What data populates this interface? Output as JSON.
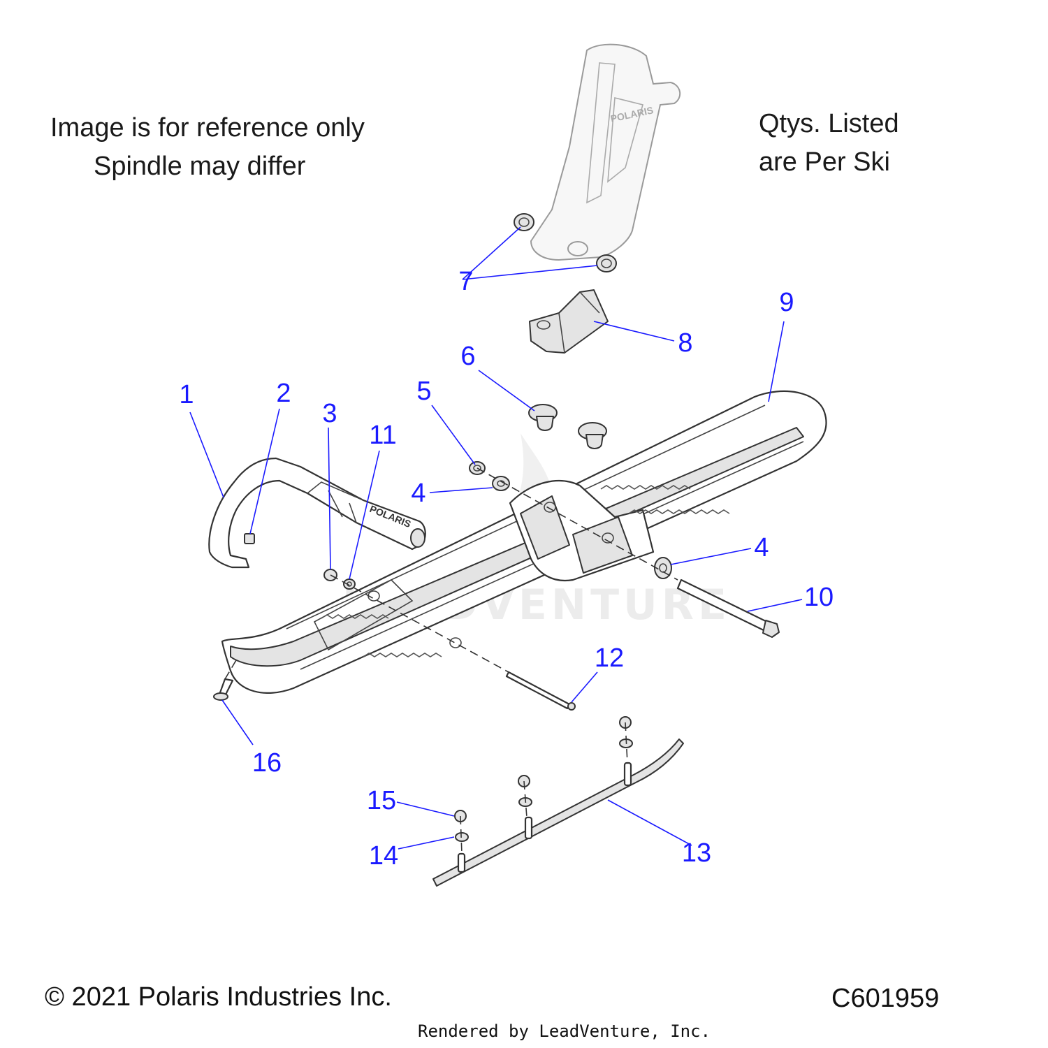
{
  "notes": {
    "reference_line1": "Image is for reference only",
    "reference_line2": "Spindle may differ",
    "qty_line1": "Qtys. Listed",
    "qty_line2": "are Per Ski"
  },
  "footer": {
    "copyright": "© 2021 Polaris Industries Inc.",
    "diagram_code": "C601959",
    "rendered_by": "Rendered by LeadVenture, Inc."
  },
  "watermark": "LEADVENTURE",
  "colors": {
    "callout_blue": "#1a1aff",
    "line_dark": "#333333",
    "part_grey": "#e4e4e4"
  },
  "callouts": [
    {
      "id": "c1",
      "label": "1"
    },
    {
      "id": "c2",
      "label": "2"
    },
    {
      "id": "c3",
      "label": "3"
    },
    {
      "id": "c4a",
      "label": "4"
    },
    {
      "id": "c4b",
      "label": "4"
    },
    {
      "id": "c5",
      "label": "5"
    },
    {
      "id": "c6",
      "label": "6"
    },
    {
      "id": "c7",
      "label": "7"
    },
    {
      "id": "c8",
      "label": "8"
    },
    {
      "id": "c9",
      "label": "9"
    },
    {
      "id": "c10",
      "label": "10"
    },
    {
      "id": "c11",
      "label": "11"
    },
    {
      "id": "c12",
      "label": "12"
    },
    {
      "id": "c13",
      "label": "13"
    },
    {
      "id": "c14",
      "label": "14"
    },
    {
      "id": "c15",
      "label": "15"
    },
    {
      "id": "c16",
      "label": "16"
    }
  ]
}
